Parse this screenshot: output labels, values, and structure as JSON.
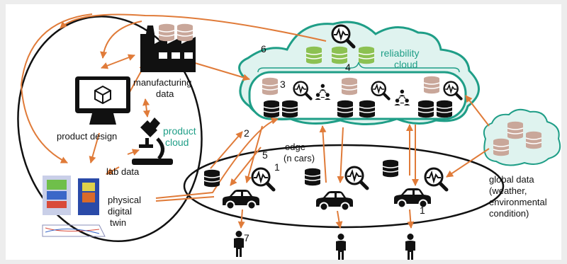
{
  "colors": {
    "arrow": "#e07b39",
    "cloud_stroke": "#1f9e87",
    "cloud_fill": "#dff3ef",
    "db_tan": "#c9a79a",
    "db_green": "#8cc152",
    "db_black": "#111111",
    "green_text": "#1f9e87"
  },
  "labels": {
    "manufacturing": [
      "manufacturing",
      "data"
    ],
    "product_design": "product design",
    "product_cloud": [
      "product",
      "cloud"
    ],
    "lab_data": "lab data",
    "physical_twin": [
      "physical",
      "digital",
      "twin"
    ],
    "reliability_cloud": [
      "reliability",
      "cloud"
    ],
    "edge": [
      "edge",
      "(n cars)"
    ],
    "global_data": [
      "global data",
      "(weather,",
      "environmental",
      "condition)"
    ]
  },
  "numbers": {
    "n1": "1",
    "n1b": "1",
    "n2": "2",
    "n3": "3",
    "n4": "4",
    "n5": "5",
    "n6": "6",
    "n7": "7"
  },
  "icons": [
    "factory-icon",
    "monitor-icon",
    "microscope-icon",
    "database-icon",
    "magnifier-signal-icon",
    "network-users-icon",
    "car-icon",
    "person-icon",
    "cloud-icon"
  ]
}
